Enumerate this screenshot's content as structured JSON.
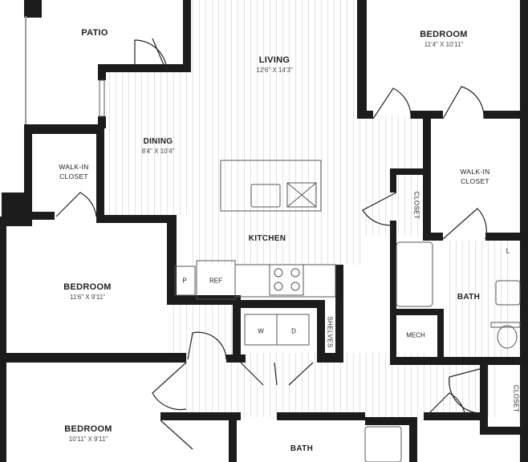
{
  "rooms": {
    "patio": {
      "name": "PATIO"
    },
    "living": {
      "name": "LIVING",
      "dims": "12'6\" X 14'3\""
    },
    "bedroom_top": {
      "name": "BEDROOM",
      "dims": "11'4\" X 10'11\""
    },
    "dining": {
      "name": "DINING",
      "dims": "8'4\" X 10'4\""
    },
    "walkin_left": {
      "line1": "WALK-IN",
      "line2": "CLOSET"
    },
    "walkin_right": {
      "line1": "WALK-IN",
      "line2": "CLOSET"
    },
    "kitchen": {
      "name": "KITCHEN"
    },
    "bedroom_mid": {
      "name": "BEDROOM",
      "dims": "11'6\" X 9'11\""
    },
    "bath_right": {
      "name": "BATH"
    },
    "bedroom_bottom": {
      "name": "BEDROOM",
      "dims": "10'11\" X 9'11\""
    },
    "bath_bottom": {
      "name": "BATH"
    }
  },
  "fixtures": {
    "pantry": "P",
    "fridge": "REF",
    "washer": "W",
    "dryer": "D",
    "linen": "L",
    "mech": "MECH",
    "shelves": "SHELVES",
    "closet_mid": "CLOSET",
    "closet_low": "CLOSET"
  },
  "colors": {
    "wall": "#1c1c1c",
    "floor_line": "#e3e3e3",
    "fixture_line": "#555555"
  }
}
